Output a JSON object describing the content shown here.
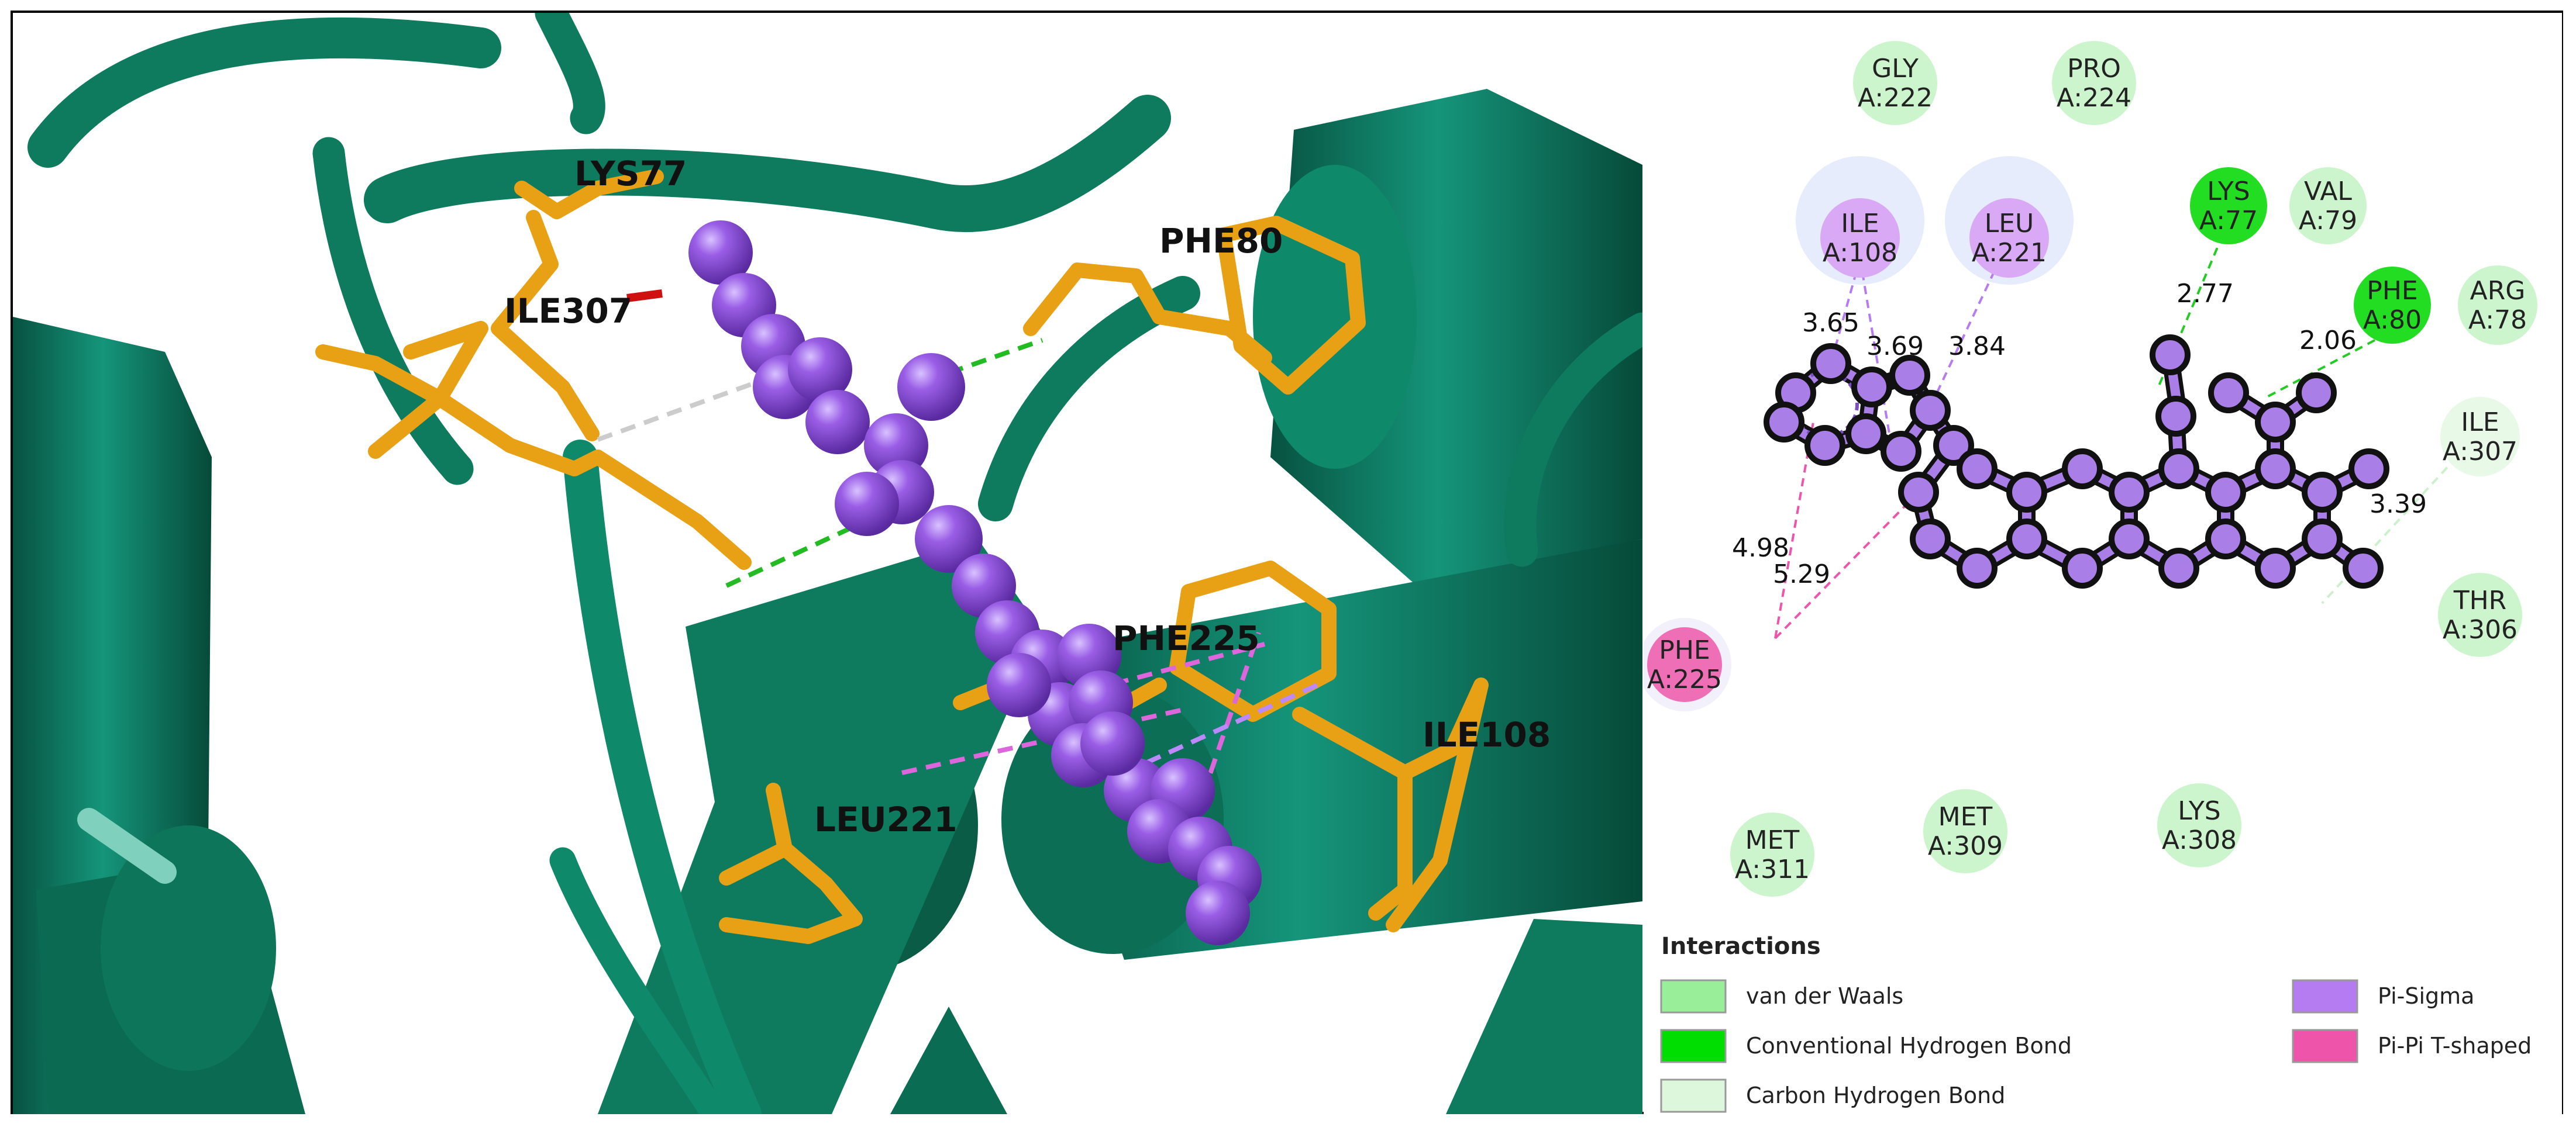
{
  "structure_labels": {
    "lys77": "LYS77",
    "ile307": "ILE307",
    "phe80": "PHE80",
    "phe225": "PHE225",
    "ile108": "ILE108",
    "leu221": "LEU221"
  },
  "residues": [
    {
      "id": "gly222",
      "name": "GLY",
      "chain": "A:222",
      "type": "van der Waals"
    },
    {
      "id": "pro224",
      "name": "PRO",
      "chain": "A:224",
      "type": "van der Waals"
    },
    {
      "id": "ile108",
      "name": "ILE",
      "chain": "A:108",
      "type": "Pi-Sigma"
    },
    {
      "id": "leu221",
      "name": "LEU",
      "chain": "A:221",
      "type": "Pi-Sigma"
    },
    {
      "id": "lys77",
      "name": "LYS",
      "chain": "A:77",
      "type": "Conventional Hydrogen Bond"
    },
    {
      "id": "val79",
      "name": "VAL",
      "chain": "A:79",
      "type": "van der Waals"
    },
    {
      "id": "phe80",
      "name": "PHE",
      "chain": "A:80",
      "type": "Conventional Hydrogen Bond"
    },
    {
      "id": "arg78",
      "name": "ARG",
      "chain": "A:78",
      "type": "van der Waals"
    },
    {
      "id": "ile307",
      "name": "ILE",
      "chain": "A:307",
      "type": "Carbon Hydrogen Bond"
    },
    {
      "id": "thr306",
      "name": "THR",
      "chain": "A:306",
      "type": "van der Waals"
    },
    {
      "id": "phe225",
      "name": "PHE",
      "chain": "A:225",
      "type": "Pi-Pi T-shaped"
    },
    {
      "id": "met311",
      "name": "MET",
      "chain": "A:311",
      "type": "van der Waals"
    },
    {
      "id": "met309",
      "name": "MET",
      "chain": "A:309",
      "type": "van der Waals"
    },
    {
      "id": "lys308",
      "name": "LYS",
      "chain": "A:308",
      "type": "van der Waals"
    }
  ],
  "distances": {
    "ile108": "3.65",
    "leu221_a": "3.69",
    "leu221_b": "3.84",
    "lys77": "2.77",
    "phe80": "2.06",
    "ile307": "3.39",
    "phe225_a": "4.98",
    "phe225_b": "5.29"
  },
  "legend": {
    "title": "Interactions",
    "items": [
      {
        "label": "van der Waals",
        "color": "#99ee99"
      },
      {
        "label": "Conventional Hydrogen Bond",
        "color": "#00dd00"
      },
      {
        "label": "Carbon Hydrogen Bond",
        "color": "#ddf7dd"
      },
      {
        "label": "Pi-Sigma",
        "color": "#b57bf0"
      },
      {
        "label": "Pi-Pi T-shaped",
        "color": "#ee55aa"
      }
    ]
  },
  "colors": {
    "protein": "#0e7a5e",
    "protein_dark": "#0a5c46",
    "residue_sticks": "#e8a015",
    "ligand": "#8a4fd6",
    "vdw": "#99ee99",
    "conventional_hbond": "#00dd00",
    "carbon_hbond": "#ddf7dd",
    "pi_sigma": "#b57bf0",
    "pi_pi_tshaped": "#ee55aa"
  }
}
